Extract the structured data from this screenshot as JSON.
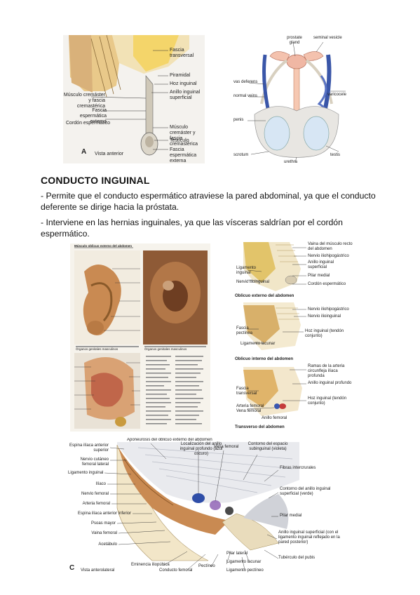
{
  "heading": "CONDUCTO INGUINAL",
  "paragraphs": [
    "- Permite que el conducto espermático atraviese la pared abdominal, ya que el conducto deferente se dirige hacia la próstata.",
    "- Interviene en las hernias inguinales, ya que las vísceras saldrían por el cordón espermático."
  ],
  "figure_a": {
    "letter": "A",
    "view": "Vista anterior",
    "labels": [
      "Fascia transversal",
      "Piramidal",
      "Hoz inguinal",
      "Anillo inguinal superficial",
      "Músculo cremáster y fascia cremastérica",
      "Fascia espermática externa",
      "Cordón espermático",
      "Músculo cremáster y fascia cremastérica",
      "Testículo",
      "Fascia espermática externa"
    ]
  },
  "figure_b": {
    "labels": [
      "prostate gland",
      "seminal vesicle",
      "vas deferens",
      "normal veins",
      "varicocele",
      "penis",
      "testis",
      "scrotum",
      "urethra"
    ]
  },
  "figure_c": {
    "top_caption": "Músculo oblicuo externo del abdomen",
    "caption_left": "Órganos genitales masculinos",
    "caption_right": "Órganos genitales masculinos"
  },
  "figure_d": {
    "panels": [
      {
        "caption": "Oblicuo externo del abdomen",
        "labels": [
          "Vaina del músculo recto del abdomen",
          "Nervio iliohipogástrico",
          "Anillo inguinal superficial",
          "Ligamento inguinal",
          "Pilar medial",
          "Nervio ilioinguinal",
          "Cordón espermático"
        ]
      },
      {
        "caption": "Oblicuo interno del abdomen",
        "labels": [
          "Nervio iliohipogástrico",
          "Nervio ilioinguinal",
          "Fascia pectínea",
          "Hoz inguinal (tendón conjunto)",
          "Ligamento lacunar"
        ]
      },
      {
        "caption": "Transverso del abdomen",
        "labels": [
          "Ramas de la arteria circunfleja ilíaca profunda",
          "Anillo inguinal profundo",
          "Fascia transversal",
          "Hoz inguinal (tendón conjunto)",
          "Arteria femoral",
          "Vena femoral",
          "Anillo femoral"
        ]
      }
    ]
  },
  "figure_e": {
    "letter": "C",
    "view": "Vista anterolateral",
    "labels_left": [
      "Espina ilíaca anterior superior",
      "Nervio cutáneo femoral lateral",
      "Ligamento inguinal",
      "Ilíaco",
      "Nervio femoral",
      "Arteria femoral",
      "Espina ilíaca anterior inferior",
      "Psoas mayor",
      "Vaina femoral",
      "Acetábulo"
    ],
    "labels_top": [
      "Aponeurosis del oblicuo externo del abdomen",
      "Localización del anillo inguinal profundo (azul oscuro)",
      "Vena femoral",
      "Contorno del espacio subinguinal (violeta)"
    ],
    "labels_right": [
      "Fibras intercrurales",
      "Contorno del anillo inguinal superficial (verde)",
      "Pilar medial",
      "Anillo inguinal superficial (con el ligamento inguinal reflejado en la pared posterior)",
      "Tubérculo del pubis"
    ],
    "labels_bottom": [
      "Eminencia iliopúbica",
      "Conducto femoral",
      "Pectíneo",
      "Pilar lateral",
      "Ligamento lacunar",
      "Ligamento pectíneo"
    ]
  }
}
